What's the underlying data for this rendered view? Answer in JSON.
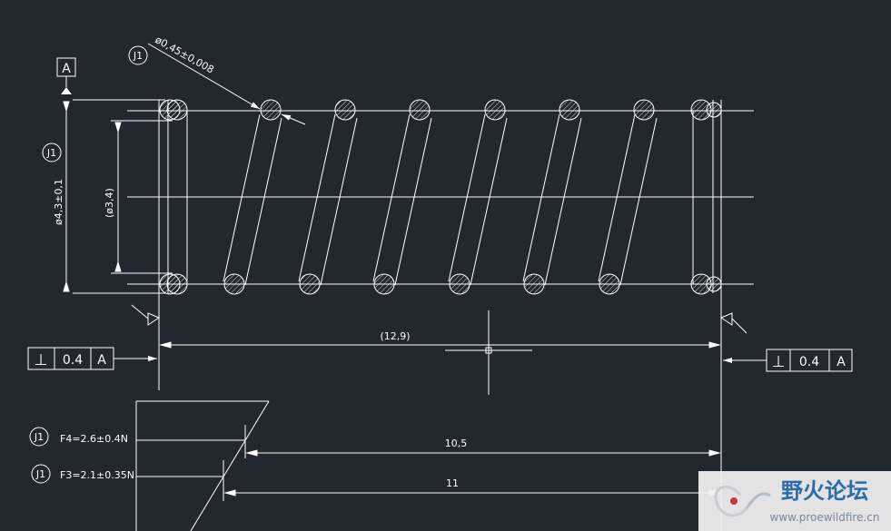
{
  "drawing": {
    "datum_label": "A",
    "balloon_label": "J1",
    "wire_diameter": "ø0,45±0,008",
    "outer_diameter": "ø4,3±0,1",
    "inner_diameter": "(ø3,4)",
    "free_length": "(12,9)",
    "tolerance_left": {
      "symbol": "⊥",
      "value": "0.4",
      "datum": "A"
    },
    "tolerance_right": {
      "symbol": "⊥",
      "value": "0.4",
      "datum": "A"
    },
    "force_4": "F4=2.6±0.4N",
    "force_3": "F3=2.1±0.35N",
    "length_4": "10,5",
    "length_3": "11"
  },
  "watermark": {
    "title": "野火论坛",
    "url": "www.proewildfire.cn"
  },
  "colors": {
    "background": "#212830",
    "lines": "#ffffff"
  }
}
